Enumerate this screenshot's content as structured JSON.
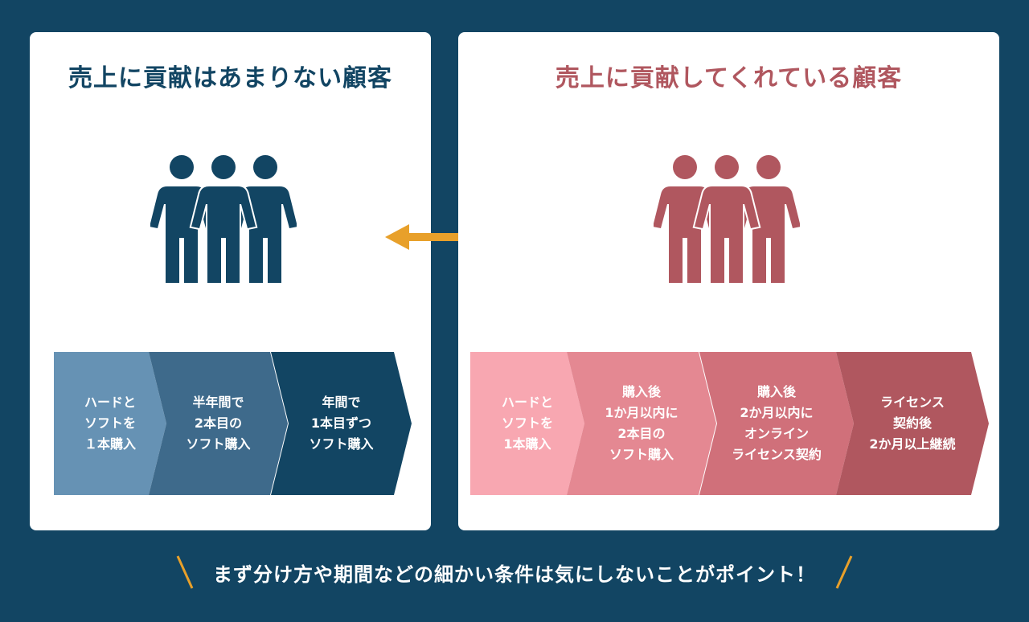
{
  "colors": {
    "background": "#124563",
    "panel": "#ffffff",
    "left_accent": "#124563",
    "right_accent": "#b0575f",
    "arrow": "#e8a02a",
    "left_steps": [
      "#6692b4",
      "#3e6a8b",
      "#124563"
    ],
    "right_steps": [
      "#f8a7b1",
      "#e48892",
      "#d0707a",
      "#b0575f"
    ]
  },
  "left": {
    "title": "売上に貢献はあまりない顧客",
    "icon": "people-group-icon",
    "steps": [
      {
        "lines": "ハードと\nソフトを\n１本購入"
      },
      {
        "lines": "半年間で\n2本目の\nソフト購入"
      },
      {
        "lines": "年間で\n1本目ずつ\nソフト購入"
      }
    ]
  },
  "right": {
    "title": "売上に貢献してくれている顧客",
    "icon": "people-group-icon",
    "steps": [
      {
        "lines": "ハードと\nソフトを\n1本購入"
      },
      {
        "lines": "購入後\n1か月以内に\n2本目の\nソフト購入"
      },
      {
        "lines": "購入後\n2か月以内に\nオンライン\nライセンス契約"
      },
      {
        "lines": "ライセンス\n契約後\n2か月以上継続"
      }
    ]
  },
  "compare_icon": "double-arrow-icon",
  "footer": {
    "text": "まず分け方や期間などの細かい条件は気にしないことがポイント！"
  }
}
